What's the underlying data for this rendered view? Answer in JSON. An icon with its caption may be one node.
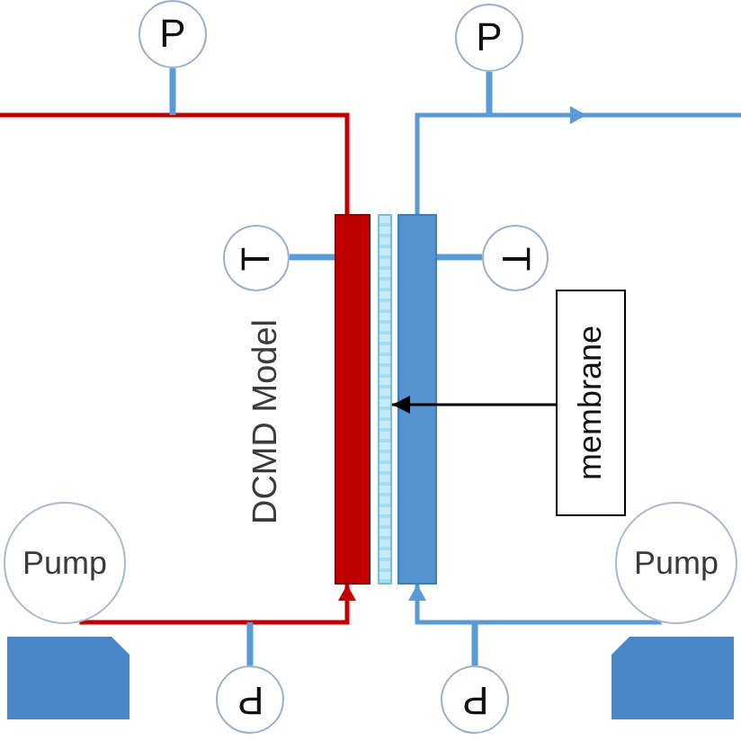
{
  "diagram": {
    "nodes": [
      {
        "text": [
          "P"
        ]
      },
      {
        "text": [
          "P"
        ]
      },
      {
        "text": [],
        "shape": "bar"
      },
      {
        "text": [],
        "shape": "bar"
      },
      {
        "text": [],
        "shape": "bar"
      },
      {
        "text": [
          "T"
        ]
      },
      {
        "text": [
          "T"
        ]
      },
      {
        "text": [
          "membrane"
        ]
      },
      {
        "text": [
          "Pump"
        ]
      },
      {
        "text": [
          "Pump"
        ]
      },
      {
        "text": [
          "P"
        ]
      },
      {
        "text": [
          "P"
        ]
      }
    ],
    "edges": [
      {
        "from": 8,
        "to": 2,
        "arrow": "to",
        "color": "#c00000"
      },
      {
        "from": 2,
        "to": null,
        "arrow": "none",
        "color": "#c00000"
      },
      {
        "from": 9,
        "to": 4,
        "arrow": "to"
      },
      {
        "from": 4,
        "to": null,
        "arrow": "to"
      },
      {
        "from": 7,
        "to": 3,
        "arrow": "to",
        "color": "#000000"
      },
      {
        "from": 5,
        "to": 2,
        "arrow": "none"
      },
      {
        "from": 6,
        "to": 4,
        "arrow": "none"
      },
      {
        "from": 0,
        "to": null,
        "arrow": "none"
      },
      {
        "from": 1,
        "to": null,
        "arrow": "none"
      },
      {
        "from": 10,
        "to": null,
        "arrow": "none"
      },
      {
        "from": 11,
        "to": null,
        "arrow": "none"
      }
    ],
    "labels": [
      "DCMD Model"
    ]
  }
}
